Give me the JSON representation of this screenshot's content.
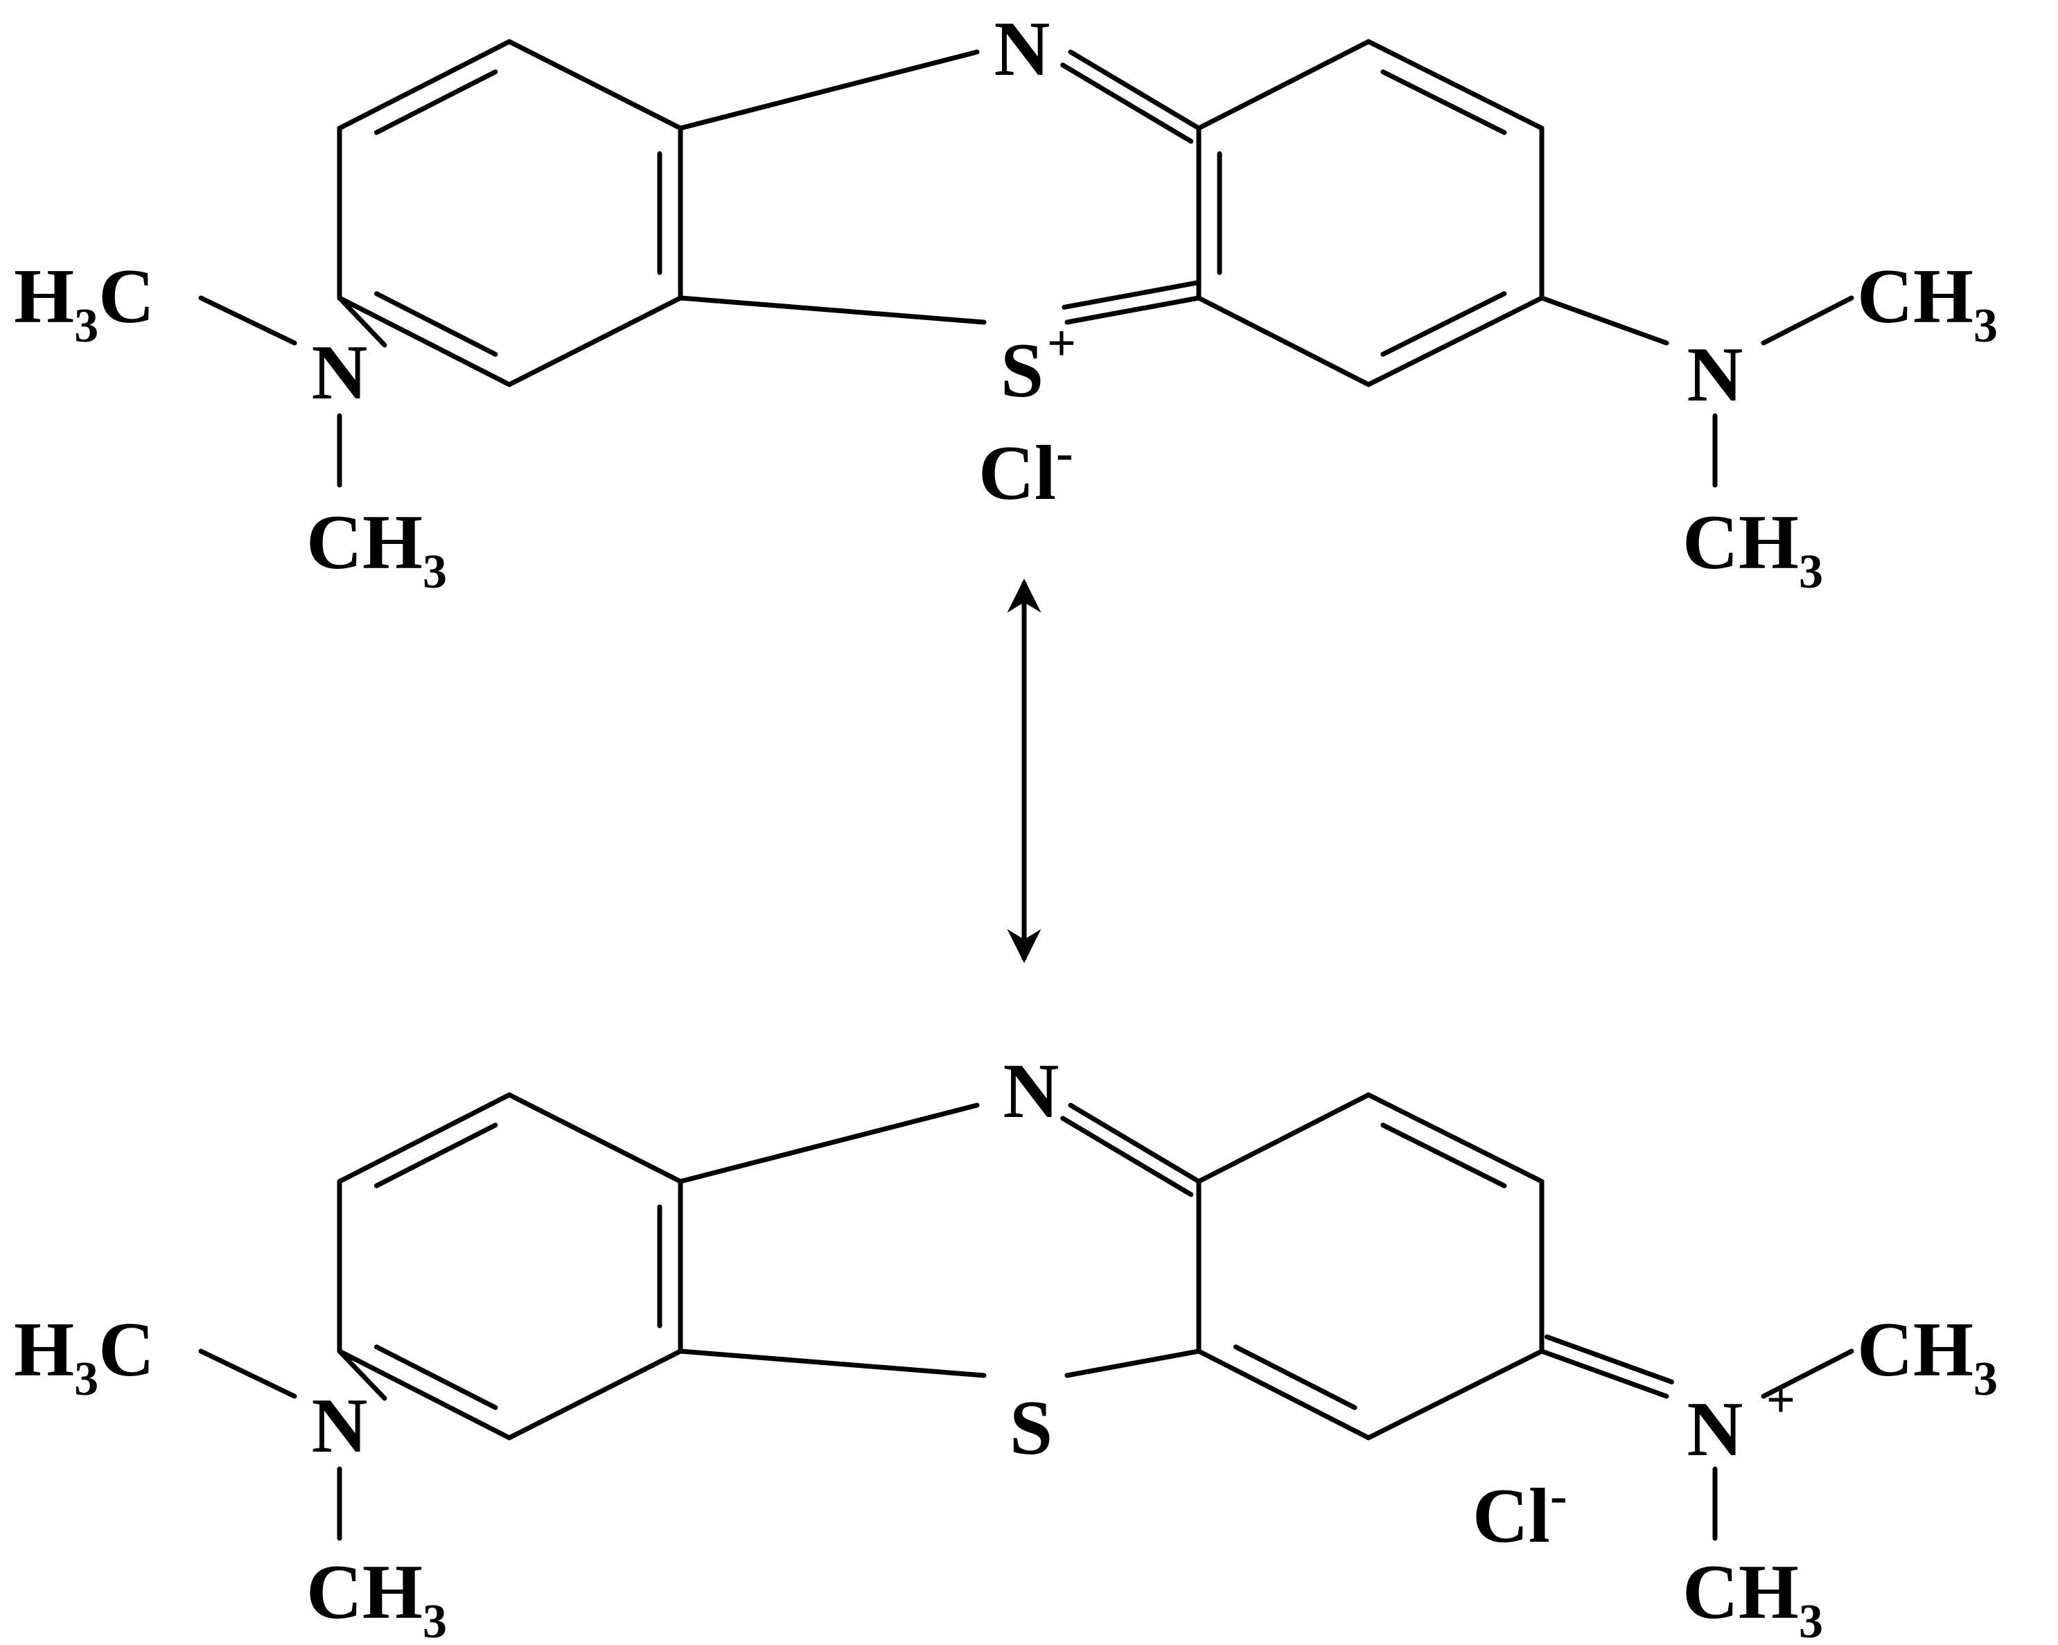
{
  "structures": [
    {
      "id": "top",
      "ring_n": "N",
      "ring_s": "S",
      "s_charge": "+",
      "left_amine": {
        "n": "N",
        "methyl_top": {
          "main": "H",
          "sub": "3",
          "tail": "C"
        },
        "methyl_bottom": {
          "main": "CH",
          "sub": "3"
        }
      },
      "right_amine": {
        "n": "N",
        "n_charge": "",
        "methyl_top": {
          "main": "CH",
          "sub": "3"
        },
        "methyl_bottom": {
          "main": "CH",
          "sub": "3"
        }
      },
      "counterion": {
        "main": "Cl",
        "charge": "-"
      }
    },
    {
      "id": "bottom",
      "ring_n": "N",
      "ring_s": "S",
      "s_charge": "",
      "left_amine": {
        "n": "N",
        "methyl_top": {
          "main": "H",
          "sub": "3",
          "tail": "C"
        },
        "methyl_bottom": {
          "main": "CH",
          "sub": "3"
        }
      },
      "right_amine": {
        "n": "N",
        "n_charge": "+",
        "methyl_top": {
          "main": "CH",
          "sub": "3"
        },
        "methyl_bottom": {
          "main": "CH",
          "sub": "3"
        }
      },
      "counterion": {
        "main": "Cl",
        "charge": "-"
      }
    }
  ],
  "resonance_arrow": "double-headed-arrow",
  "colors": {
    "ink": "#000000",
    "background": "#ffffff"
  }
}
